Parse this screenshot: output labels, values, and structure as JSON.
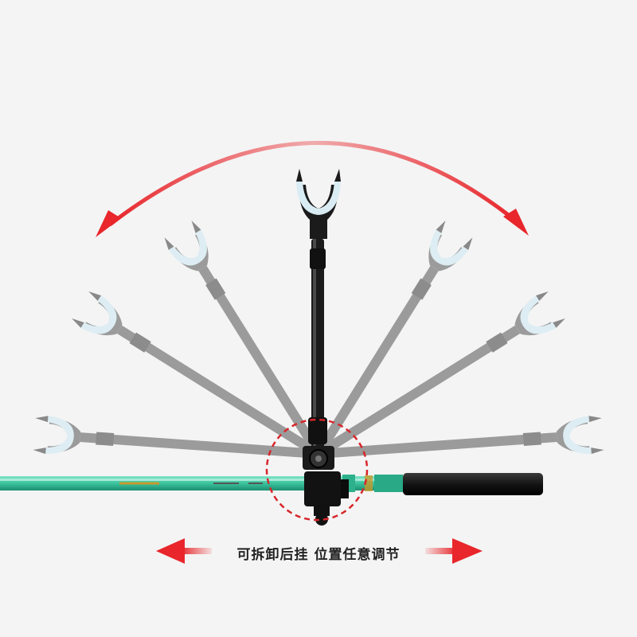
{
  "caption": "可拆卸后挂 位置任意调节",
  "colors": {
    "background": "#f4f4f4",
    "arrow_red": "#e8262b",
    "rod_green": "#3fc7a2",
    "holder_black": "#1b1b1b",
    "ghost_gray": "#8c8c8c",
    "tip_blue": "#d9ecf3"
  },
  "scene": {
    "top_arc": "double-headed-curved-arrow",
    "bottom_arrows": "left-right-arrows",
    "pivot_marker": "dashed-circle",
    "holder_positions_shown": 7
  }
}
